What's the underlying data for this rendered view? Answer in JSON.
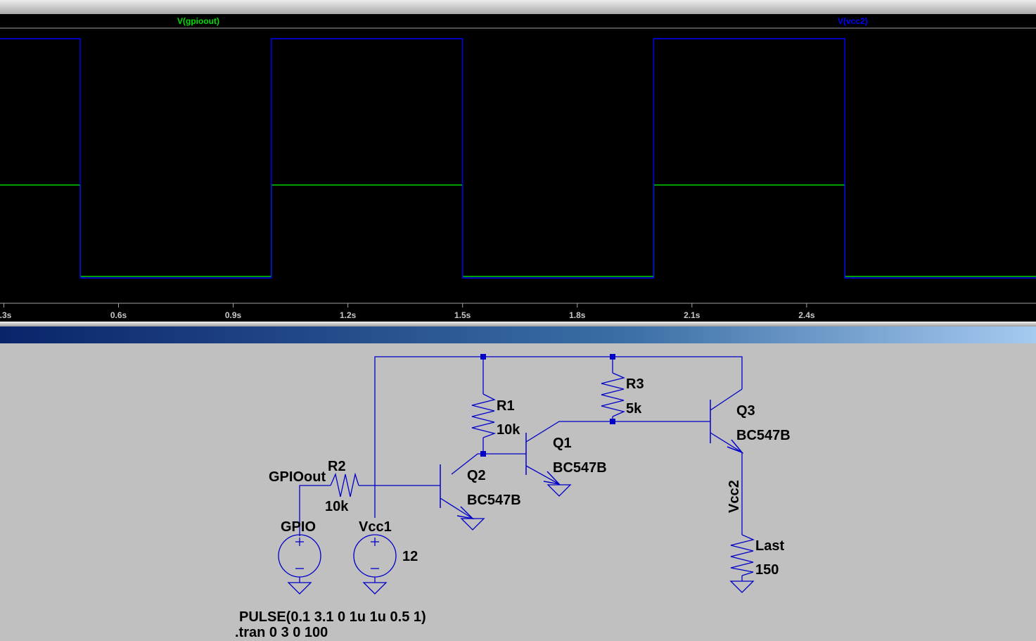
{
  "waveform": {
    "traces": [
      {
        "name": "V(gpioout)",
        "color": "#00e000"
      },
      {
        "name": "V(vcc2)",
        "color": "#0000ff"
      }
    ],
    "x_tick_labels": [
      ".3s",
      "0.6s",
      "0.9s",
      "1.2s",
      "1.5s",
      "1.8s",
      "2.1s",
      "2.4s"
    ]
  },
  "chart_data": {
    "type": "line",
    "title": "",
    "xlabel": "",
    "ylabel": "",
    "x_unit": "s",
    "xlim": [
      0.29,
      3.0
    ],
    "series": [
      {
        "name": "V(gpioout)",
        "color": "#00e000",
        "x": [
          0.29,
          0.5,
          0.5,
          1.0,
          1.0,
          1.5,
          1.5,
          2.0,
          2.0,
          2.5,
          2.5,
          3.0
        ],
        "y": [
          3.1,
          3.1,
          0.1,
          0.1,
          3.1,
          3.1,
          0.1,
          0.1,
          3.1,
          3.1,
          0.1,
          0.1
        ]
      },
      {
        "name": "V(vcc2)",
        "color": "#0000ff",
        "x": [
          0.29,
          0.5,
          0.5,
          1.0,
          1.0,
          1.5,
          1.5,
          2.0,
          2.0,
          2.5,
          2.5,
          3.0
        ],
        "y": [
          7.9,
          7.9,
          0.05,
          0.05,
          7.9,
          7.9,
          0.05,
          0.05,
          7.9,
          7.9,
          0.05,
          0.05
        ]
      }
    ]
  },
  "schematic": {
    "labels": {
      "r1_name": "R1",
      "r1_value": "10k",
      "r2_name": "R2",
      "r2_value": "10k",
      "r3_name": "R3",
      "r3_value": "5k",
      "q1_name": "Q1",
      "q1_model": "BC547B",
      "q2_name": "Q2",
      "q2_model": "BC547B",
      "q3_name": "Q3",
      "q3_model": "BC547B",
      "gpio_net": "GPIOout",
      "gpio_src_name": "GPIO",
      "vcc1_name": "Vcc1",
      "vcc1_value": "12",
      "vcc2_net": "Vcc2",
      "load_name": "Last",
      "load_value": "150",
      "pulse_directive": "PULSE(0.1 3.1 0 1u 1u 0.5 1)",
      "tran_directive": ".tran 0 3 0 100"
    },
    "colors": {
      "wire": "#0000c8",
      "background": "#c0c0c0"
    }
  }
}
